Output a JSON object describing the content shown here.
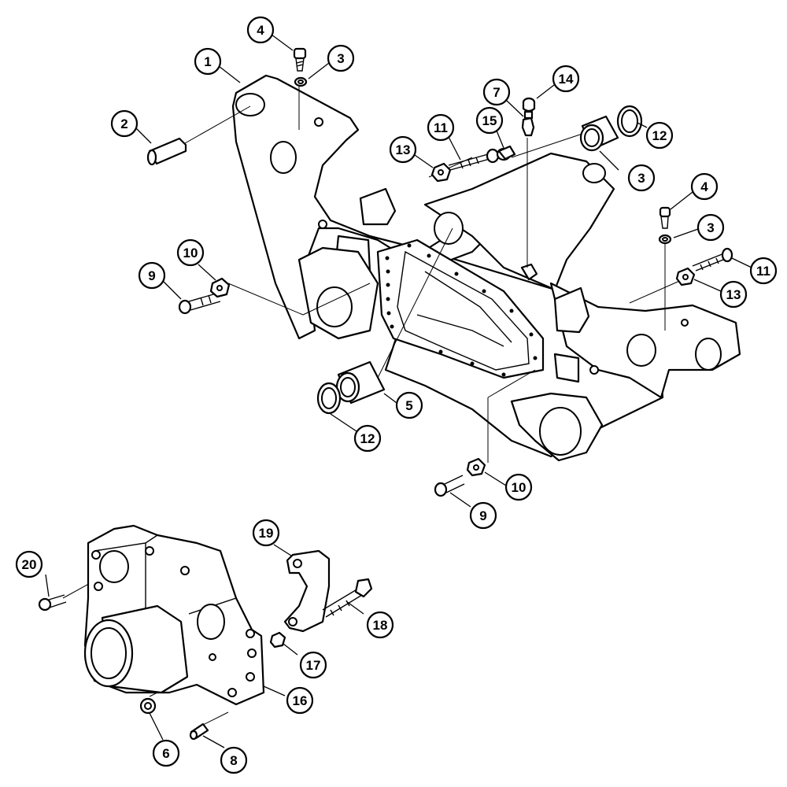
{
  "diagram": {
    "callouts": [
      {
        "id": "c1",
        "label": "1"
      },
      {
        "id": "c2",
        "label": "2"
      },
      {
        "id": "c3a",
        "label": "3"
      },
      {
        "id": "c4a",
        "label": "4"
      },
      {
        "id": "c3b",
        "label": "3"
      },
      {
        "id": "c7",
        "label": "7"
      },
      {
        "id": "c14",
        "label": "14"
      },
      {
        "id": "c12a",
        "label": "12"
      },
      {
        "id": "c13a",
        "label": "13"
      },
      {
        "id": "c11a",
        "label": "11"
      },
      {
        "id": "c15",
        "label": "15"
      },
      {
        "id": "c4b",
        "label": "4"
      },
      {
        "id": "c3c",
        "label": "3"
      },
      {
        "id": "c11b",
        "label": "11"
      },
      {
        "id": "c13b",
        "label": "13"
      },
      {
        "id": "c9a",
        "label": "9"
      },
      {
        "id": "c10a",
        "label": "10"
      },
      {
        "id": "c5",
        "label": "5"
      },
      {
        "id": "c12b",
        "label": "12"
      },
      {
        "id": "c10b",
        "label": "10"
      },
      {
        "id": "c9b",
        "label": "9"
      },
      {
        "id": "c19",
        "label": "19"
      },
      {
        "id": "c20",
        "label": "20"
      },
      {
        "id": "c18",
        "label": "18"
      },
      {
        "id": "c17",
        "label": "17"
      },
      {
        "id": "c16",
        "label": "16"
      },
      {
        "id": "c6",
        "label": "6"
      },
      {
        "id": "c8",
        "label": "8"
      }
    ]
  }
}
